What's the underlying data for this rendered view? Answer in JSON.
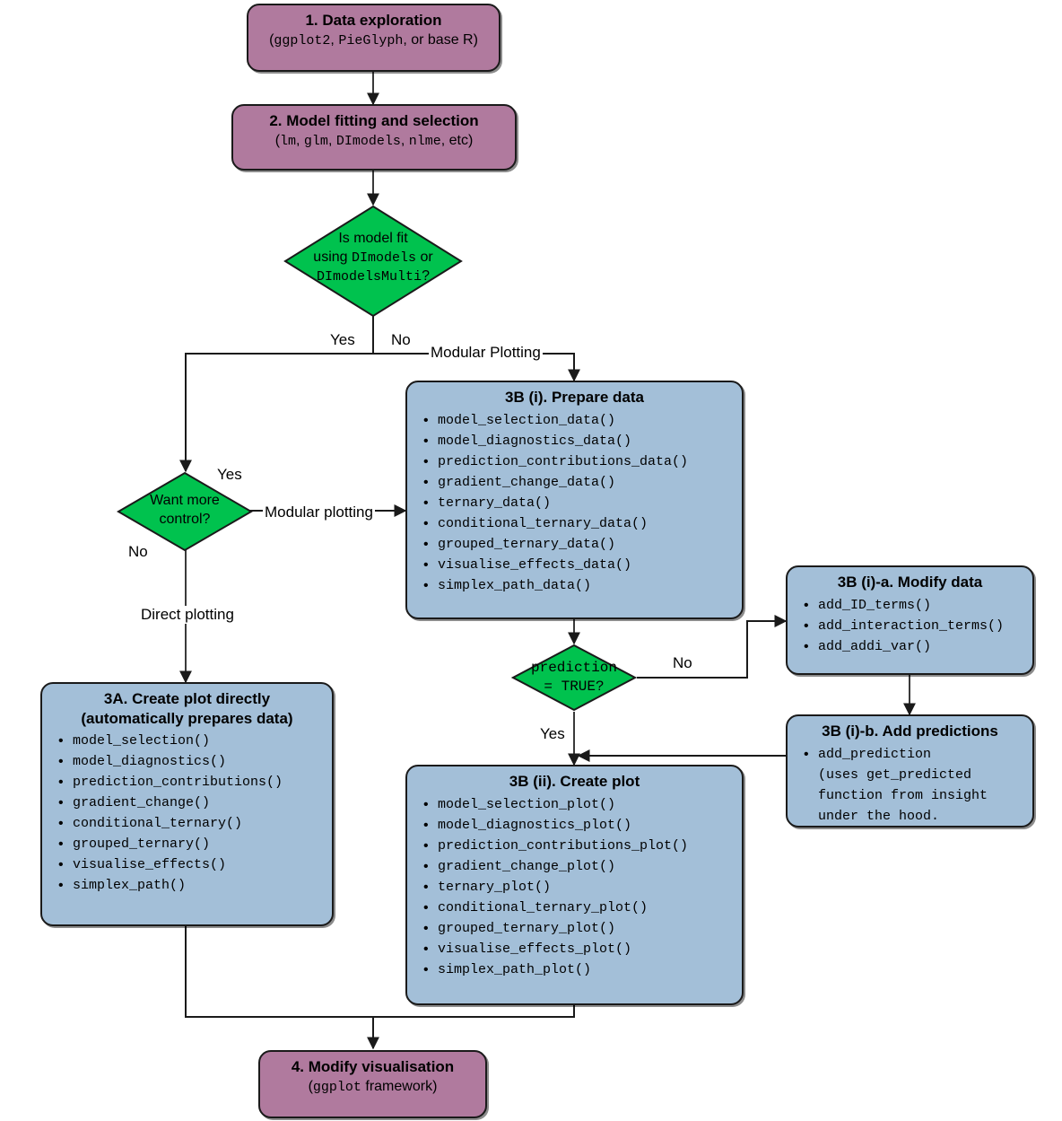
{
  "diagram": {
    "title": "DImodelsVis workflow flowchart",
    "colors": {
      "purple": "#b07a9e",
      "blue": "#a3bfd8",
      "green": "#00c24e",
      "stroke": "#1a1a1a"
    }
  },
  "nodes": {
    "step1": {
      "title": "1. Data exploration",
      "sub_prefix": "(",
      "sub_code1": "ggplot2",
      "sub_mid1": ", ",
      "sub_code2": "PieGlyph",
      "sub_mid2": ", or base R)"
    },
    "step2": {
      "title": "2. Model fitting and selection",
      "sub_prefix": "(",
      "sub_code1": "lm",
      "sub_mid1": ", ",
      "sub_code2": "glm",
      "sub_mid2": ", ",
      "sub_code3": "DImodels",
      "sub_mid3": ", ",
      "sub_code4": "nlme",
      "sub_suffix": ", etc)"
    },
    "decision1": {
      "line1": "Is model fit",
      "line2_pre": "using ",
      "line2_code": "DImodels",
      "line2_post": " or",
      "line3_code": "DImodelsMulti",
      "line3_post": "?"
    },
    "decision2": {
      "line1": "Want more",
      "line2": "control?"
    },
    "decision3": {
      "line1": "prediction",
      "line2": "= TRUE?"
    },
    "step3a": {
      "title_line1": "3A. Create plot directly",
      "title_line2": "(automatically prepares data)",
      "items": [
        "model_selection()",
        "model_diagnostics()",
        "prediction_contributions()",
        "gradient_change()",
        "conditional_ternary()",
        "grouped_ternary()",
        "visualise_effects()",
        "simplex_path()"
      ]
    },
    "step3bi": {
      "title": "3B (i). Prepare data",
      "items": [
        "model_selection_data()",
        "model_diagnostics_data()",
        "prediction_contributions_data()",
        "gradient_change_data()",
        "ternary_data()",
        "conditional_ternary_data()",
        "grouped_ternary_data()",
        "visualise_effects_data()",
        "simplex_path_data()"
      ]
    },
    "step3bia": {
      "title": "3B (i)-a. Modify data",
      "items": [
        "add_ID_terms()",
        "add_interaction_terms()",
        "add_addi_var()"
      ]
    },
    "step3bib": {
      "title": "3B (i)-b. Add predictions",
      "item_code1": "add_prediction",
      "item_text1": "(uses ",
      "item_code2": "get_predicted",
      "item_text2": "function from ",
      "item_code3": "insight",
      "item_text3": "under the hood."
    },
    "step3bii": {
      "title": "3B (ii). Create plot",
      "items": [
        "model_selection_plot()",
        "model_diagnostics_plot()",
        "prediction_contributions_plot()",
        "gradient_change_plot()",
        "ternary_plot()",
        "conditional_ternary_plot()",
        "grouped_ternary_plot()",
        "visualise_effects_plot()",
        "simplex_path_plot()"
      ]
    },
    "step4": {
      "title": "4. Modify visualisation",
      "sub_prefix": "(",
      "sub_code": "ggplot",
      "sub_suffix": " framework)"
    }
  },
  "edge_labels": {
    "d1_yes": "Yes",
    "d1_no": "No",
    "modular_plotting_top": "Modular Plotting",
    "d2_yes": "Yes",
    "d2_no": "No",
    "d2_modular": "Modular plotting",
    "d2_direct": "Direct plotting",
    "d3_no": "No",
    "d3_yes": "Yes"
  }
}
